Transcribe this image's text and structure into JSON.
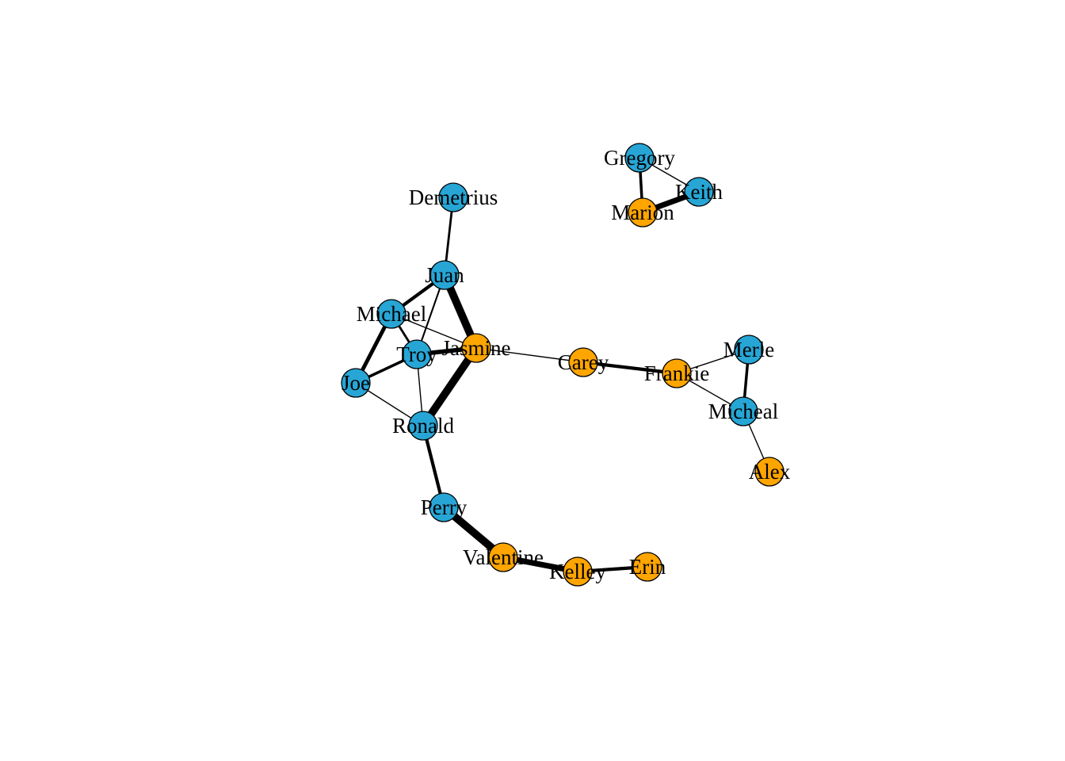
{
  "colors": {
    "blue": "#27a6d6",
    "orange": "#ffa500",
    "edge": "#000000",
    "stroke": "#000000"
  },
  "nodes": [
    {
      "id": "Gregory",
      "group": "blue"
    },
    {
      "id": "Keith",
      "group": "blue"
    },
    {
      "id": "Marion",
      "group": "orange"
    },
    {
      "id": "Demetrius",
      "group": "blue"
    },
    {
      "id": "Juan",
      "group": "blue"
    },
    {
      "id": "Michael",
      "group": "blue"
    },
    {
      "id": "Troy",
      "group": "blue"
    },
    {
      "id": "Jasmine",
      "group": "orange"
    },
    {
      "id": "Joe",
      "group": "blue"
    },
    {
      "id": "Ronald",
      "group": "blue"
    },
    {
      "id": "Carey",
      "group": "orange"
    },
    {
      "id": "Frankie",
      "group": "orange"
    },
    {
      "id": "Merle",
      "group": "blue"
    },
    {
      "id": "Micheal",
      "group": "blue"
    },
    {
      "id": "Alex",
      "group": "orange"
    },
    {
      "id": "Perry",
      "group": "blue"
    },
    {
      "id": "Valentine",
      "group": "orange"
    },
    {
      "id": "Kelley",
      "group": "orange"
    },
    {
      "id": "Erin",
      "group": "orange"
    }
  ],
  "edges": [
    {
      "from": "Demetrius",
      "to": "Juan",
      "weight": 2
    },
    {
      "from": "Juan",
      "to": "Michael",
      "weight": 3
    },
    {
      "from": "Juan",
      "to": "Troy",
      "weight": 1.5
    },
    {
      "from": "Juan",
      "to": "Jasmine",
      "weight": 7
    },
    {
      "from": "Michael",
      "to": "Troy",
      "weight": 2
    },
    {
      "from": "Michael",
      "to": "Jasmine",
      "weight": 1
    },
    {
      "from": "Michael",
      "to": "Joe",
      "weight": 3.5
    },
    {
      "from": "Troy",
      "to": "Jasmine",
      "weight": 4
    },
    {
      "from": "Troy",
      "to": "Joe",
      "weight": 2.5
    },
    {
      "from": "Troy",
      "to": "Ronald",
      "weight": 1
    },
    {
      "from": "Joe",
      "to": "Ronald",
      "weight": 1
    },
    {
      "from": "Ronald",
      "to": "Jasmine",
      "weight": 7
    },
    {
      "from": "Jasmine",
      "to": "Carey",
      "weight": 1
    },
    {
      "from": "Carey",
      "to": "Frankie",
      "weight": 3
    },
    {
      "from": "Frankie",
      "to": "Merle",
      "weight": 1
    },
    {
      "from": "Frankie",
      "to": "Micheal",
      "weight": 1
    },
    {
      "from": "Merle",
      "to": "Micheal",
      "weight": 2.5
    },
    {
      "from": "Micheal",
      "to": "Alex",
      "weight": 1
    },
    {
      "from": "Ronald",
      "to": "Perry",
      "weight": 3
    },
    {
      "from": "Perry",
      "to": "Valentine",
      "weight": 7
    },
    {
      "from": "Valentine",
      "to": "Kelley",
      "weight": 5
    },
    {
      "from": "Kelley",
      "to": "Erin",
      "weight": 3
    },
    {
      "from": "Gregory",
      "to": "Keith",
      "weight": 1
    },
    {
      "from": "Gregory",
      "to": "Marion",
      "weight": 2.5
    },
    {
      "from": "Marion",
      "to": "Keith",
      "weight": 5
    }
  ]
}
